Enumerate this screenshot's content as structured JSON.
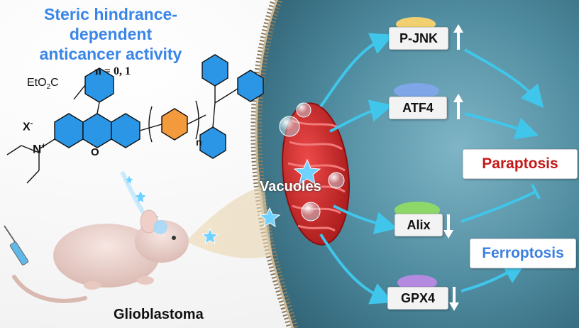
{
  "title": {
    "line1": "Steric hindrance-dependent",
    "line2": "anticancer activity"
  },
  "molecule": {
    "substituent": "EtO",
    "substituent_sub": "2",
    "substituent_tail": "C",
    "counterion": "X",
    "counterion_sup": "-",
    "nitrogen": "N",
    "nitrogen_sup": "+",
    "oxygen": "O",
    "repeat_index": "n",
    "n_values": "n = 0, 1"
  },
  "labels": {
    "mouse": "Glioblastoma",
    "vacuoles": "Vacuoles"
  },
  "proteins": [
    {
      "name": "P-JNK",
      "direction": "up",
      "color": "#f0d070"
    },
    {
      "name": "ATF4",
      "direction": "up",
      "color": "#7fa6e6"
    },
    {
      "name": "Alix",
      "direction": "down",
      "color": "#8ed86a"
    },
    {
      "name": "GPX4",
      "direction": "down",
      "color": "#b48ae0"
    }
  ],
  "outcomes": [
    {
      "name": "Paraptosis",
      "color": "#c41818"
    },
    {
      "name": "Ferroptosis",
      "color": "#3a7fe0"
    }
  ],
  "colors": {
    "title": "#3a86e8",
    "arrow": "#3fc6ea",
    "ring": "#2b96e6",
    "phenyl_ring": "#f39a3d",
    "cell": "#5a93a6",
    "mitochondrion": "#cf2b2b"
  }
}
